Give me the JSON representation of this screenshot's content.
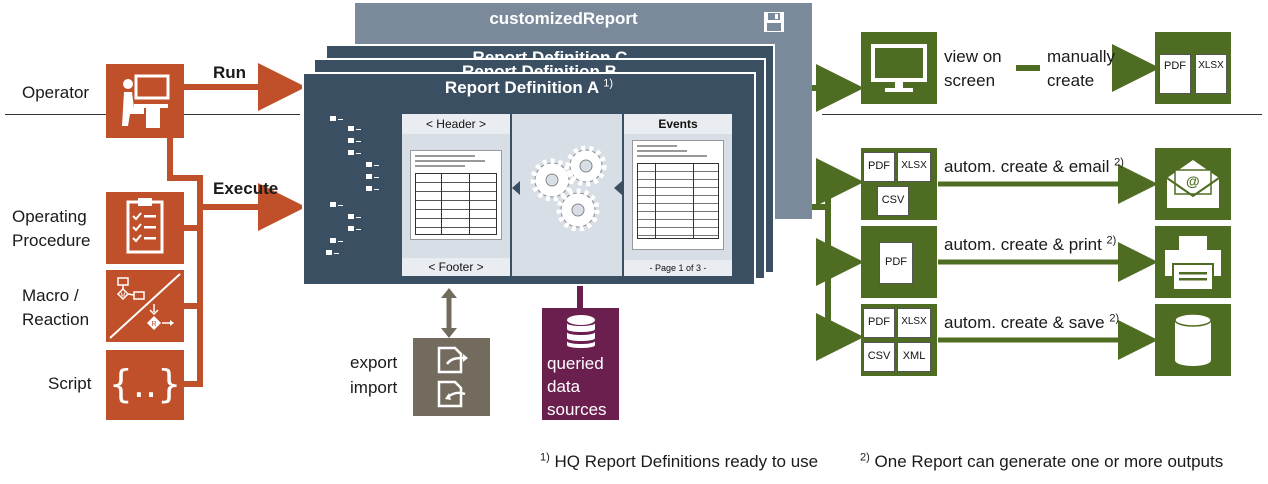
{
  "report_stack": {
    "top_title": "customizedReport",
    "back_title_c": "Report Definition C",
    "back_title_b": "Report Definition B",
    "front_title": "Report Definition A",
    "front_note": "1)",
    "header_label": "< Header >",
    "footer_label": "< Footer >",
    "events_label": "Events",
    "page_label": "- Page 1 of 3 -"
  },
  "inputs": {
    "operator": "Operator",
    "operating_procedure_line1": "Operating",
    "operating_procedure_line2": "Procedure",
    "macro_line1": "Macro /",
    "macro_line2": "Reaction",
    "script": "Script",
    "script_glyph": "{..}",
    "run": "Run",
    "execute": "Execute"
  },
  "export_import": {
    "export": "export",
    "import": "import"
  },
  "data_sources": {
    "line1": "queried",
    "line2": "data",
    "line3": "sources"
  },
  "outputs": {
    "view_line1": "view on",
    "view_line2": "screen",
    "manual_line1": "manually",
    "manual_line2": "create",
    "email": "autom. create & email",
    "print": "autom. create & print",
    "save": "autom. create & save",
    "note": "2)",
    "files": {
      "pdf": "PDF",
      "xlsx": "XLSX",
      "csv": "CSV",
      "xml": "XML"
    }
  },
  "footnotes": {
    "n1": "1)",
    "f1": "HQ Report Definitions ready to use",
    "n2": "2)",
    "f2": "One Report can generate one or more outputs"
  },
  "colors": {
    "input_orange": "#c0502a",
    "output_green": "#4f6d22",
    "card_navy": "#3b4f62",
    "data_source_purple": "#6b1f4f",
    "export_gray": "#736c5e"
  }
}
